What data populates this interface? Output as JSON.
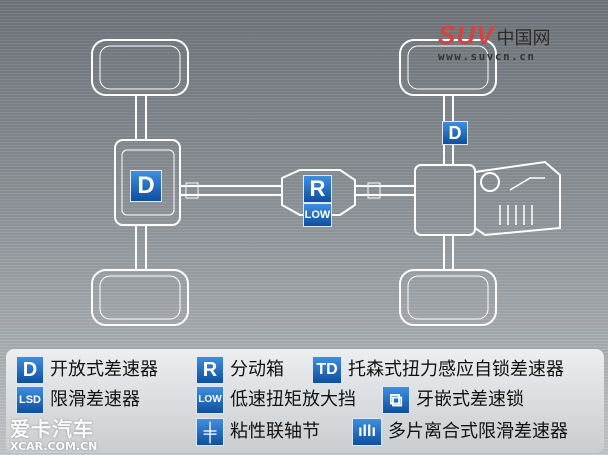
{
  "logo": {
    "brand": "SUV",
    "suffix": "中国网",
    "url": "www.suvcn.cn"
  },
  "badges": {
    "front_diff": "D",
    "transfer": "R",
    "low": "LOW",
    "rear_diff": "D"
  },
  "legend": [
    {
      "icon": "D",
      "label": "开放式差速器"
    },
    {
      "icon": "R",
      "label": "分动箱"
    },
    {
      "icon": "TD",
      "label": "托森式扭力感应自锁差速器"
    },
    {
      "icon": "LSD",
      "label": "限滑差速器"
    },
    {
      "icon": "LOW",
      "label": "低速扭矩放大挡"
    },
    {
      "icon": "locker",
      "label": "牙嵌式差速锁"
    },
    {
      "icon": "viscous",
      "label": "粘性联轴节"
    },
    {
      "icon": "multiplate",
      "label": "多片离合式限滑差速器"
    }
  ],
  "watermark": {
    "name": "爱卡汽车",
    "url": "XCAR.COM.CN"
  },
  "colors": {
    "badge": "#1f66b8",
    "logo_red": "#d8423e"
  }
}
